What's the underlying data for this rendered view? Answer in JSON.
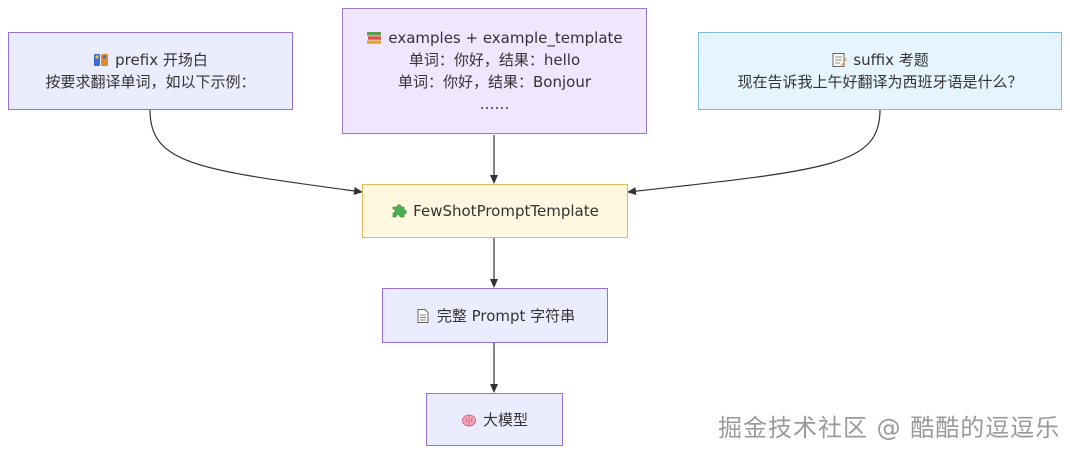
{
  "nodes": {
    "prefix": {
      "icon": "puzzle-person-icon",
      "title": "prefix 开场白",
      "lines": [
        "按要求翻译单词，如以下示例："
      ]
    },
    "examples": {
      "icon": "books-icon",
      "title": "examples + example_template",
      "lines": [
        "单词：你好，结果：hello",
        "单词：你好，结果：Bonjour",
        "……"
      ]
    },
    "suffix": {
      "icon": "memo-icon",
      "title": "suffix 考题",
      "lines": [
        "现在告诉我上午好翻译为西班牙语是什么？"
      ]
    },
    "fewshot": {
      "icon": "puzzle-piece-icon",
      "title": "FewShotPromptTemplate"
    },
    "prompt": {
      "icon": "page-icon",
      "title": "完整 Prompt 字符串"
    },
    "llm": {
      "icon": "brain-icon",
      "title": "大模型"
    }
  },
  "watermark": "掘金技术社区 @ 酷酷的逗逗乐"
}
